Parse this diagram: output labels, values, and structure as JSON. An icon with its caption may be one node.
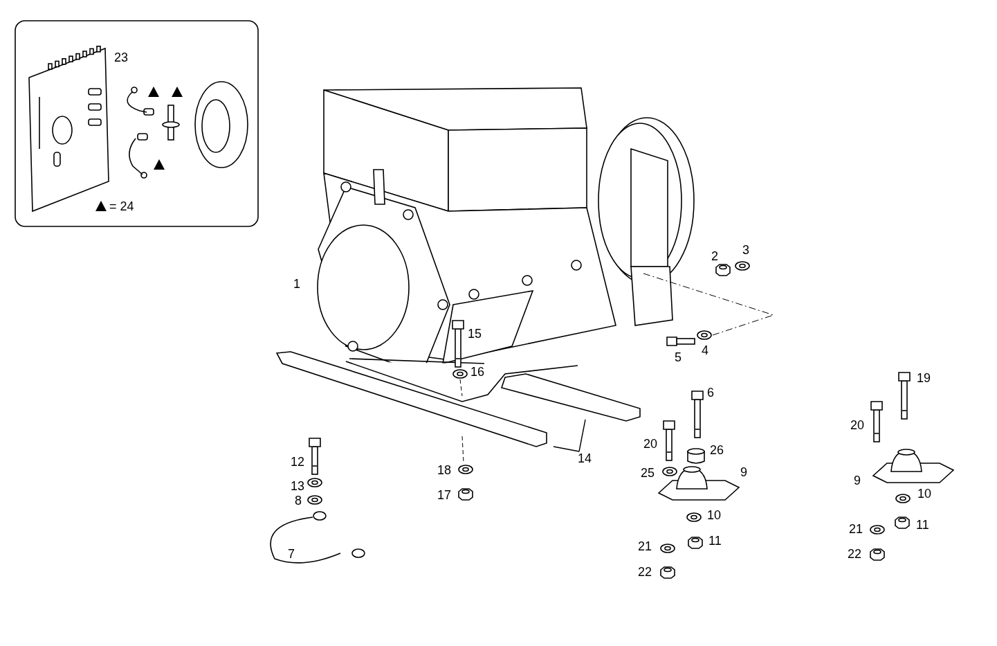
{
  "diagram": {
    "nodes": [
      {
        "text": [
          "14"
        ]
      },
      {
        "text": [],
        "shape": "picture"
      },
      {
        "text": [],
        "shape": "picture"
      }
    ],
    "edges": [
      {
        "from": 0,
        "to": 1,
        "arrow": "none"
      },
      {
        "from": 0,
        "to": 2,
        "arrow": "none"
      }
    ],
    "labels": [
      "23",
      "2",
      "3",
      "1",
      "15",
      "16",
      "5",
      "4",
      "19",
      "6",
      "20",
      "26",
      "20",
      "12",
      "18",
      "9",
      "25",
      "9",
      "13",
      "17",
      "10",
      "8",
      "10",
      "7",
      "21",
      "11",
      "21",
      "11",
      "22",
      "22"
    ],
    "legend": [
      {
        "text": "= 24"
      }
    ]
  }
}
